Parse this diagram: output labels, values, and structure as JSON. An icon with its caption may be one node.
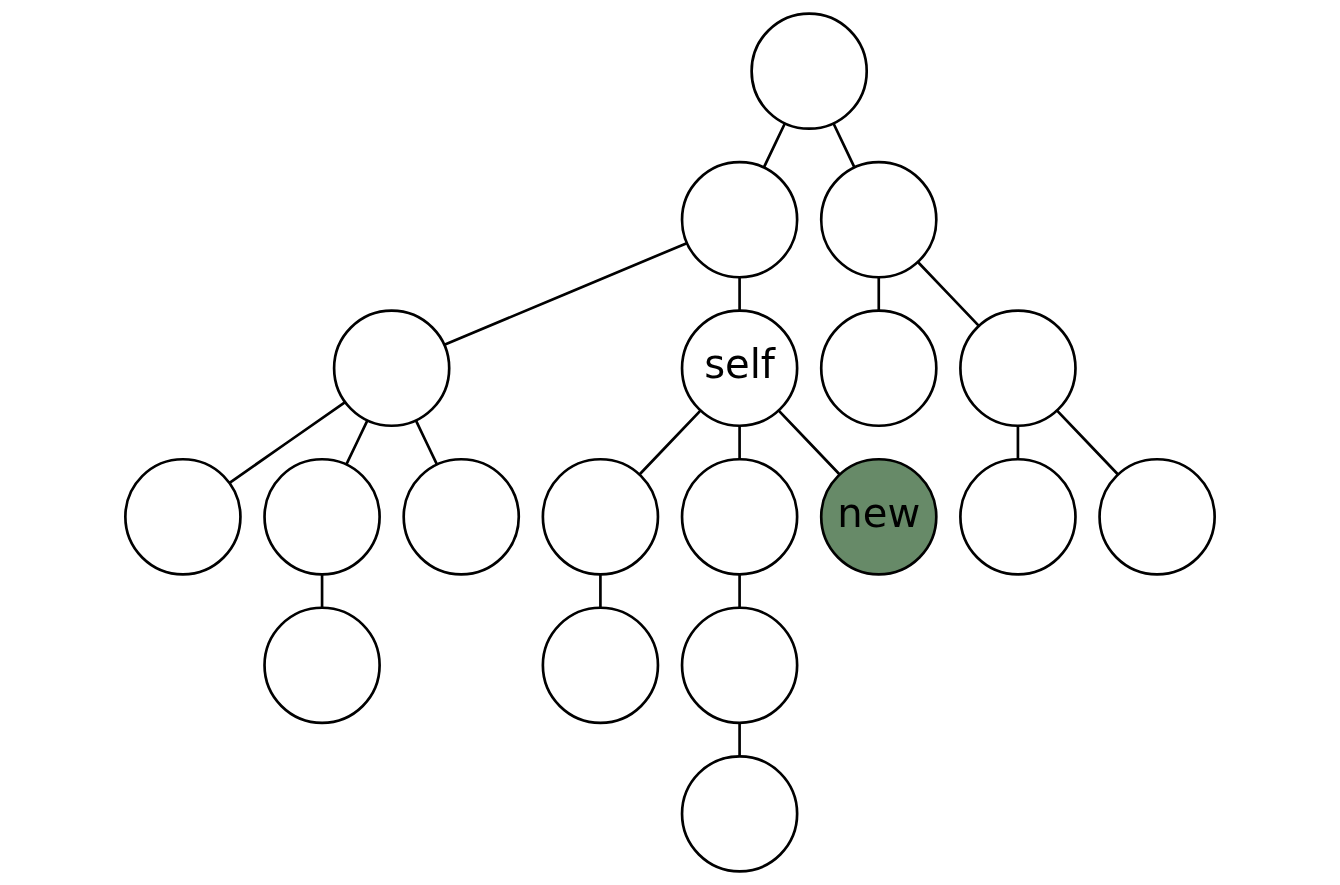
{
  "diagram": {
    "nodes": [
      {
        "text": [],
        "shape": "circle"
      },
      {
        "text": [],
        "shape": "circle"
      },
      {
        "text": [],
        "shape": "circle"
      },
      {
        "text": [],
        "shape": "circle"
      },
      {
        "text": [
          "self"
        ]
      },
      {
        "text": [],
        "shape": "circle"
      },
      {
        "text": [],
        "shape": "circle"
      },
      {
        "text": [],
        "shape": "circle"
      },
      {
        "text": [],
        "shape": "circle"
      },
      {
        "text": [],
        "shape": "circle"
      },
      {
        "text": [],
        "shape": "circle"
      },
      {
        "text": [],
        "shape": "circle"
      },
      {
        "text": [
          "new"
        ]
      },
      {
        "text": [],
        "shape": "circle"
      },
      {
        "text": [],
        "shape": "circle"
      },
      {
        "text": [],
        "shape": "circle"
      },
      {
        "text": [],
        "shape": "circle"
      },
      {
        "text": [],
        "shape": "circle"
      },
      {
        "text": [],
        "shape": "circle"
      }
    ],
    "edges": [
      {
        "from": 0,
        "to": 1,
        "arrow": "none"
      },
      {
        "from": 0,
        "to": 2,
        "arrow": "none"
      },
      {
        "from": 1,
        "to": 3,
        "arrow": "none"
      },
      {
        "from": 1,
        "to": 4,
        "arrow": "none"
      },
      {
        "from": 2,
        "to": 5,
        "arrow": "none"
      },
      {
        "from": 2,
        "to": 6,
        "arrow": "none"
      },
      {
        "from": 3,
        "to": 7,
        "arrow": "none"
      },
      {
        "from": 3,
        "to": 8,
        "arrow": "none"
      },
      {
        "from": 3,
        "to": 9,
        "arrow": "none"
      },
      {
        "from": 4,
        "to": 10,
        "arrow": "none"
      },
      {
        "from": 4,
        "to": 11,
        "arrow": "none"
      },
      {
        "from": 4,
        "to": 12,
        "arrow": "none"
      },
      {
        "from": 6,
        "to": 13,
        "arrow": "none"
      },
      {
        "from": 6,
        "to": 14,
        "arrow": "none"
      },
      {
        "from": 8,
        "to": 15,
        "arrow": "none"
      },
      {
        "from": 10,
        "to": 16,
        "arrow": "none"
      },
      {
        "from": 11,
        "to": 17,
        "arrow": "none"
      },
      {
        "from": 17,
        "to": 18,
        "arrow": "none"
      }
    ]
  }
}
